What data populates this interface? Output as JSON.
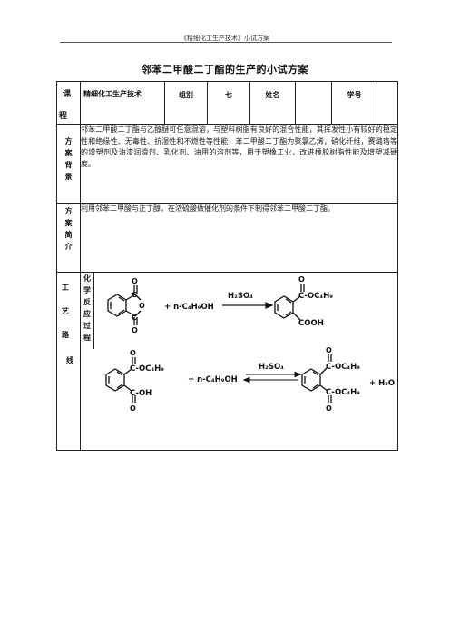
{
  "header": "《精细化工生产技术》小试方案",
  "title": "邻苯二甲酸二丁酯的生产的小试方案",
  "table": {
    "course_label": "课程",
    "course_label_top": "课",
    "course_label_bottom": "程",
    "course_value": "精细化工生产技术",
    "group_label": "组别",
    "group_value": "七",
    "name_label": "姓名",
    "name_value": "",
    "id_label": "学号",
    "id_value": "",
    "background_label": [
      "方",
      "案",
      "背",
      "景"
    ],
    "background_text": "邻苯二甲酸二丁酯与乙醇醚可任意混溶，与塑料树脂有良好的混合性能，其挥发性小有较好的稳定性和绝缘性、无毒性、抗湿性和不燃性等性能，苯二甲酸二丁酯为聚氯乙烯，硝化纤维，赛璐珞等的增塑剂及油漆润滑剂、乳化剂、油用的溶剂等，用于塑橡工业，改进橡胶树脂性能及增塑减硬度。",
    "summary_label": [
      "方",
      "案",
      "简",
      "介"
    ],
    "summary_text": "利用邻苯二甲酸与正丁醇，在浓硫酸做催化剂的条件下制得邻苯二甲酸二丁酯。",
    "route_label": [
      "工",
      "艺",
      "路",
      "线"
    ],
    "reaction_label": [
      "化",
      "学",
      "反",
      "应",
      "过",
      "程"
    ]
  },
  "reaction1": {
    "reagent": "+  n-C₄H₉OH",
    "catalyst": "H₂SO₄",
    "product_ester": "C-OC₄H₉",
    "product_acid": "COOH",
    "atom_c": "C",
    "atom_o": "O"
  },
  "reaction2": {
    "reactant_ester": "C-OC₄H₉",
    "reactant_acid": "C-OH",
    "reagent": "+  n-C₄H₉OH",
    "catalyst": "H₂SO₄",
    "product_ester_top": "C-OC₄H₉",
    "product_ester_bottom": "C-OC₄H₉",
    "byproduct": "+  H₂O",
    "atom_o": "O"
  }
}
